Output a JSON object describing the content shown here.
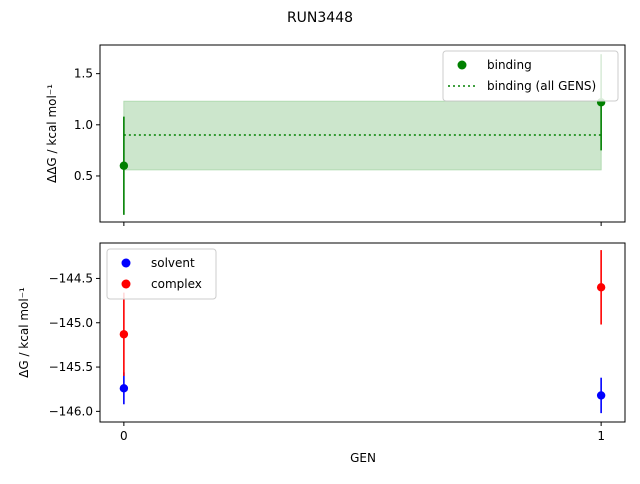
{
  "figure": {
    "title": "RUN3448",
    "xlabel": "GEN"
  },
  "colors": {
    "binding": "#008000",
    "binding_band": "#cce6cc",
    "binding_band_edge": "#b3dbb3",
    "solvent": "#0000ff",
    "complex": "#ff0000"
  },
  "chart_data": [
    {
      "type": "scatter",
      "panel": "top",
      "ylabel": "ΔΔG / kcal mol⁻¹",
      "xlabel": "",
      "x_ticks": [
        0,
        1
      ],
      "show_x_tick_labels": false,
      "y_ticks": [
        0.5,
        1.0,
        1.5
      ],
      "y_tick_labels": [
        "0.5",
        "1.0",
        "1.5"
      ],
      "xlim": [
        -0.05,
        1.05
      ],
      "ylim": [
        0.05,
        1.78
      ],
      "grid": false,
      "legend_position": "top-right",
      "series": [
        {
          "name": "binding",
          "marker": "circle",
          "color_key": "binding",
          "x": [
            0,
            1
          ],
          "y": [
            0.6,
            1.22
          ],
          "yerr": [
            0.48,
            0.47
          ]
        }
      ],
      "reference_lines": [
        {
          "name": "binding (all GENS)",
          "style": "dotted",
          "color_key": "binding",
          "y": 0.9,
          "x_range": [
            0,
            1
          ],
          "band": [
            0.56,
            1.23
          ]
        }
      ]
    },
    {
      "type": "scatter",
      "panel": "bottom",
      "ylabel": "ΔG / kcal mol⁻¹",
      "xlabel": "GEN",
      "x_ticks": [
        0,
        1
      ],
      "x_tick_labels": [
        "0",
        "1"
      ],
      "y_ticks": [
        -144.5,
        -145.0,
        -145.5,
        -146.0
      ],
      "y_tick_labels": [
        "−144.5",
        "−145.0",
        "−145.5",
        "−146.0"
      ],
      "xlim": [
        -0.05,
        1.05
      ],
      "ylim": [
        -146.12,
        -144.1
      ],
      "grid": false,
      "legend_position": "top-left",
      "series": [
        {
          "name": "solvent",
          "marker": "circle",
          "color_key": "solvent",
          "x": [
            0,
            1
          ],
          "y": [
            -145.74,
            -145.82
          ],
          "yerr": [
            0.18,
            0.2
          ]
        },
        {
          "name": "complex",
          "marker": "circle",
          "color_key": "complex",
          "x": [
            0,
            1
          ],
          "y": [
            -145.13,
            -144.6
          ],
          "yerr": [
            0.47,
            0.42
          ]
        }
      ]
    }
  ]
}
